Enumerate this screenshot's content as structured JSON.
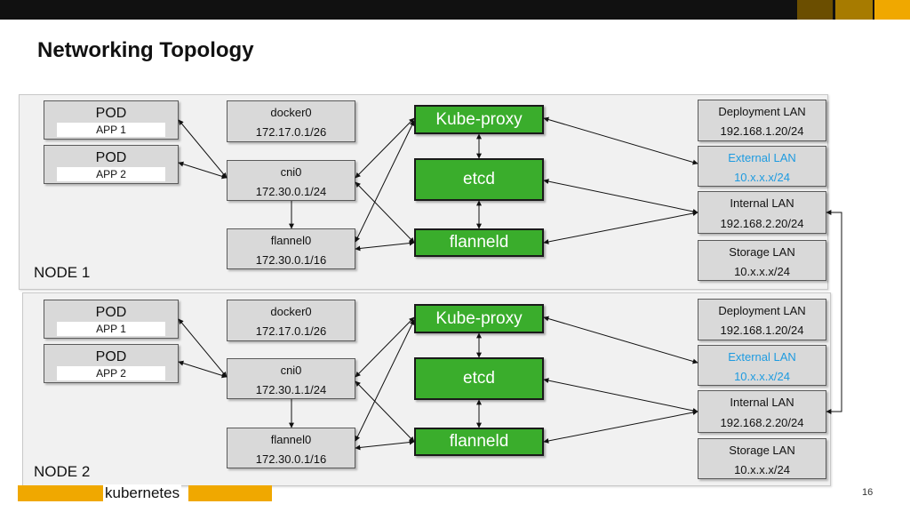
{
  "slide": {
    "title": "Networking Topology",
    "page_number": "16",
    "footer": "kubernetes"
  },
  "colors": {
    "accent_gold": "#f0a800",
    "accent_dark_gold": "#a77b00",
    "accent_brown": "#6b4e00",
    "green": "#3aad2c",
    "link_blue": "#1e9be0"
  },
  "nodes": [
    {
      "label": "NODE 1",
      "pods": [
        {
          "name": "POD",
          "app": "APP 1"
        },
        {
          "name": "POD",
          "app": "APP 2"
        }
      ],
      "docker0": {
        "name": "docker0",
        "ip": "172.17.0.1/26"
      },
      "cni0": {
        "name": "cni0",
        "ip": "172.30.0.1/24"
      },
      "flannel0": {
        "name": "flannel0",
        "ip": "172.30.0.1/16"
      },
      "services": {
        "kube_proxy": "Kube-proxy",
        "etcd": "etcd",
        "flanneld": "flanneld"
      },
      "lans": [
        {
          "name": "Deployment LAN",
          "ip": "192.168.1.20/24"
        },
        {
          "name": "External LAN",
          "ip": "10.x.x.x/24"
        },
        {
          "name": "Internal LAN",
          "ip": "192.168.2.20/24"
        },
        {
          "name": "Storage LAN",
          "ip": "10.x.x.x/24"
        }
      ]
    },
    {
      "label": "NODE 2",
      "pods": [
        {
          "name": "POD",
          "app": "APP 1"
        },
        {
          "name": "POD",
          "app": "APP 2"
        }
      ],
      "docker0": {
        "name": "docker0",
        "ip": "172.17.0.1/26"
      },
      "cni0": {
        "name": "cni0",
        "ip": "172.30.1.1/24"
      },
      "flannel0": {
        "name": "flannel0",
        "ip": "172.30.0.1/16"
      },
      "services": {
        "kube_proxy": "Kube-proxy",
        "etcd": "etcd",
        "flanneld": "flanneld"
      },
      "lans": [
        {
          "name": "Deployment LAN",
          "ip": "192.168.1.20/24"
        },
        {
          "name": "External LAN",
          "ip": "10.x.x.x/24"
        },
        {
          "name": "Internal LAN",
          "ip": "192.168.2.20/24"
        },
        {
          "name": "Storage LAN",
          "ip": "10.x.x.x/24"
        }
      ]
    }
  ]
}
